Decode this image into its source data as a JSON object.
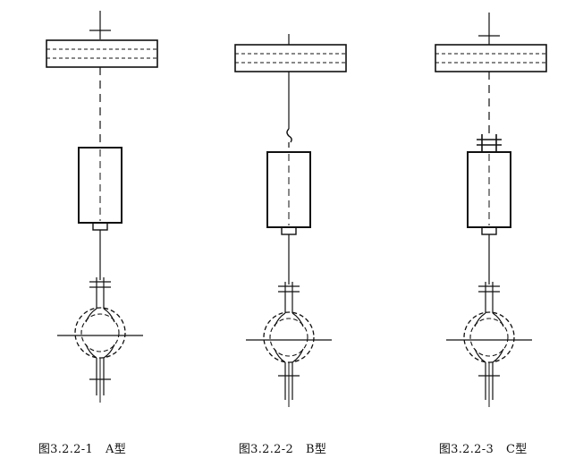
{
  "colors": {
    "line": "#111111",
    "background": "#ffffff"
  },
  "panels": [
    {
      "id": "A",
      "figure_number": "图3.2.2-1",
      "type_label": "A型",
      "attachment": "plain-rod"
    },
    {
      "id": "B",
      "figure_number": "图3.2.2-2",
      "type_label": "B型",
      "attachment": "hook"
    },
    {
      "id": "C",
      "figure_number": "图3.2.2-3",
      "type_label": "C型",
      "attachment": "lug"
    }
  ]
}
